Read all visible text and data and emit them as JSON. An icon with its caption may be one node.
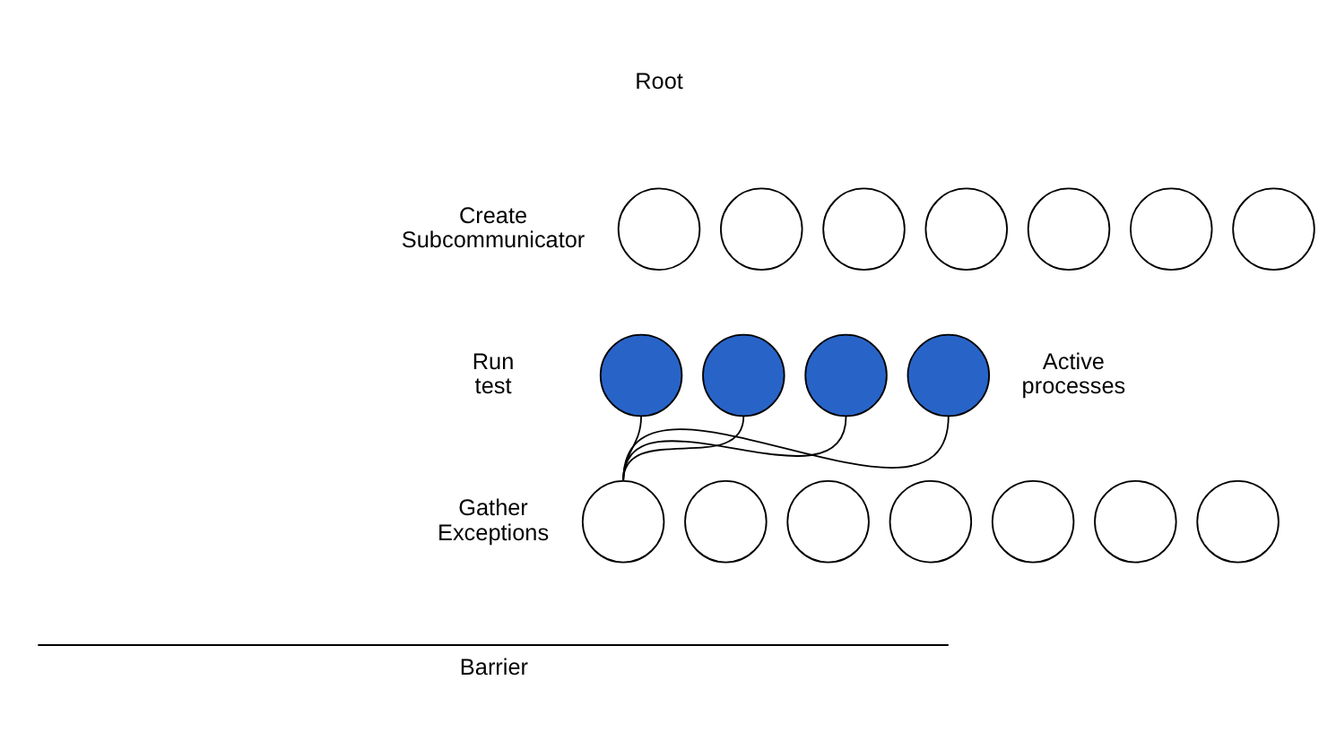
{
  "diagram": {
    "nodes": [
      {
        "text": [],
        "shape": "circle"
      },
      {
        "text": [],
        "shape": "circle"
      },
      {
        "text": [],
        "shape": "circle"
      },
      {
        "text": [],
        "shape": "circle"
      },
      {
        "text": [],
        "shape": "circle"
      },
      {
        "text": [],
        "shape": "circle"
      },
      {
        "text": [],
        "shape": "circle"
      },
      {
        "text": [],
        "shape": "circle"
      },
      {
        "text": [],
        "shape": "circle"
      },
      {
        "text": [],
        "shape": "circle"
      },
      {
        "text": [],
        "shape": "circle"
      },
      {
        "text": [],
        "shape": "circle"
      },
      {
        "text": [],
        "shape": "circle"
      },
      {
        "text": [],
        "shape": "circle"
      },
      {
        "text": [],
        "shape": "circle"
      },
      {
        "text": [],
        "shape": "circle"
      },
      {
        "text": [],
        "shape": "circle"
      },
      {
        "text": [],
        "shape": "circle"
      }
    ],
    "edges": [
      {
        "from": 7,
        "to": 11,
        "arrow": "none"
      },
      {
        "from": 8,
        "to": 11,
        "arrow": "none"
      },
      {
        "from": 9,
        "to": 11,
        "arrow": "none"
      },
      {
        "from": 10,
        "to": 11,
        "arrow": "none"
      }
    ],
    "labels": [
      "Root",
      "Create Subcommunicator",
      "Run test",
      "Active processes",
      "Gather Exceptions",
      "Barrier"
    ]
  }
}
